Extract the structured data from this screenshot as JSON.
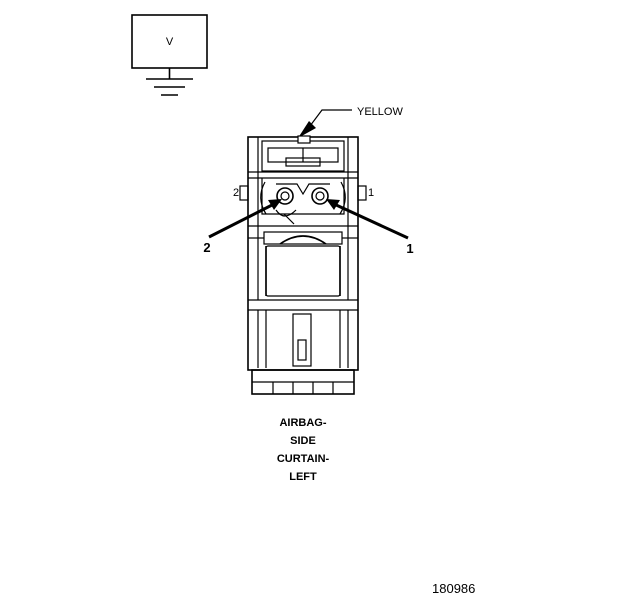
{
  "meter": {
    "label": "V"
  },
  "connector": {
    "color_label": "YELLOW",
    "cavity_left": "2",
    "cavity_right": "1"
  },
  "callouts": {
    "left": "2",
    "right": "1"
  },
  "caption": [
    "AIRBAG-",
    "SIDE",
    "CURTAIN-",
    "LEFT"
  ],
  "figure_number": "180986"
}
